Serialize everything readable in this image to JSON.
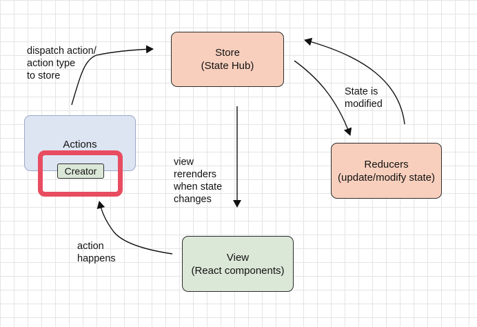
{
  "nodes": {
    "store": {
      "line1": "Store",
      "line2": "(State Hub)"
    },
    "reducers": {
      "line1": "Reducers",
      "line2": "(update/modify state)"
    },
    "view": {
      "line1": "View",
      "line2": "(React components)"
    },
    "actions": {
      "label": "Actions",
      "creator": "Creator"
    }
  },
  "edge_labels": {
    "dispatch": [
      "dispatch action/",
      "action type",
      "to store"
    ],
    "state_modified": [
      "State is",
      "modified"
    ],
    "view_rerenders": [
      "view",
      "rerenders",
      "when state",
      "changes"
    ],
    "action_happens": [
      "action",
      "happens"
    ]
  },
  "colors": {
    "node_fill_peach": "#f8cfbd",
    "node_fill_green": "#dbe7d7",
    "node_fill_blue": "#dde5f3",
    "highlight": "#e84c61"
  }
}
